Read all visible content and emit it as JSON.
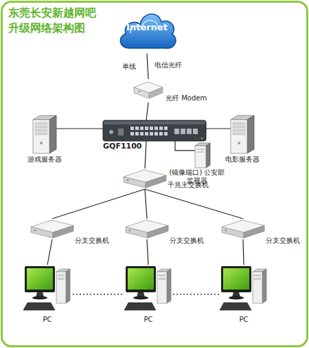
{
  "diagram": {
    "title": "东莞长安新越网吧 升级网络架构图",
    "nodes": [
      {
        "text": [
          "Internet"
        ]
      },
      {
        "text": [
          "光纤 Modem"
        ]
      },
      {
        "text": [
          "游戏服务器"
        ]
      },
      {
        "text": [
          "GQF1100"
        ]
      },
      {
        "text": [
          "电影服务器"
        ]
      },
      {
        "text": [
          "(镜像端口) 公安部监视器"
        ]
      },
      {
        "text": [
          "千兆主交换机"
        ]
      },
      {
        "text": [
          "分支交换机"
        ]
      },
      {
        "text": [
          "分支交换机"
        ]
      },
      {
        "text": [
          "分支交换机"
        ]
      },
      {
        "text": [
          "PC"
        ]
      },
      {
        "text": [
          "PC"
        ]
      },
      {
        "text": [
          "PC"
        ]
      }
    ],
    "edges": [
      {
        "from": 0,
        "to": 1,
        "arrow": "none",
        "label": "电信光纤"
      },
      {
        "from": 1,
        "to": 3,
        "arrow": "none"
      },
      {
        "from": 2,
        "to": 3,
        "arrow": "none"
      },
      {
        "from": 3,
        "to": 4,
        "arrow": "none"
      },
      {
        "from": 3,
        "to": 5,
        "arrow": "none"
      },
      {
        "from": 3,
        "to": 6,
        "arrow": "none"
      },
      {
        "from": 6,
        "to": 7,
        "arrow": "none"
      },
      {
        "from": 6,
        "to": 8,
        "arrow": "none"
      },
      {
        "from": 6,
        "to": 9,
        "arrow": "none"
      },
      {
        "from": 7,
        "to": 10,
        "arrow": "none"
      },
      {
        "from": 8,
        "to": 11,
        "arrow": "none"
      },
      {
        "from": 9,
        "to": 12,
        "arrow": "none"
      }
    ],
    "labels": [
      "单线"
    ]
  }
}
